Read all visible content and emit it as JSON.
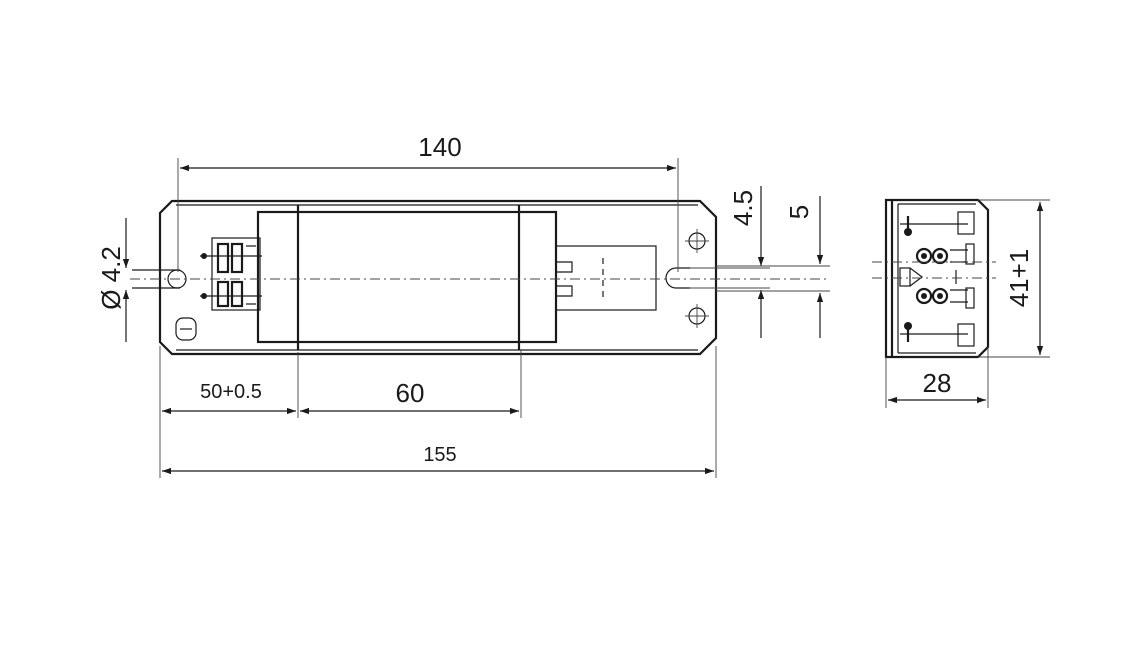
{
  "dimensions": {
    "overall_hole_spacing": "140",
    "overall_length": "155",
    "hole_offset": "50+0.5",
    "body_length": "60",
    "hole_diameter": "Ø 4.2",
    "slot_width_a": "4.5",
    "slot_width_b": "5",
    "side_width": "28",
    "side_height": "41+1"
  },
  "colors": {
    "line": "#1a1a1a",
    "background": "#ffffff"
  }
}
